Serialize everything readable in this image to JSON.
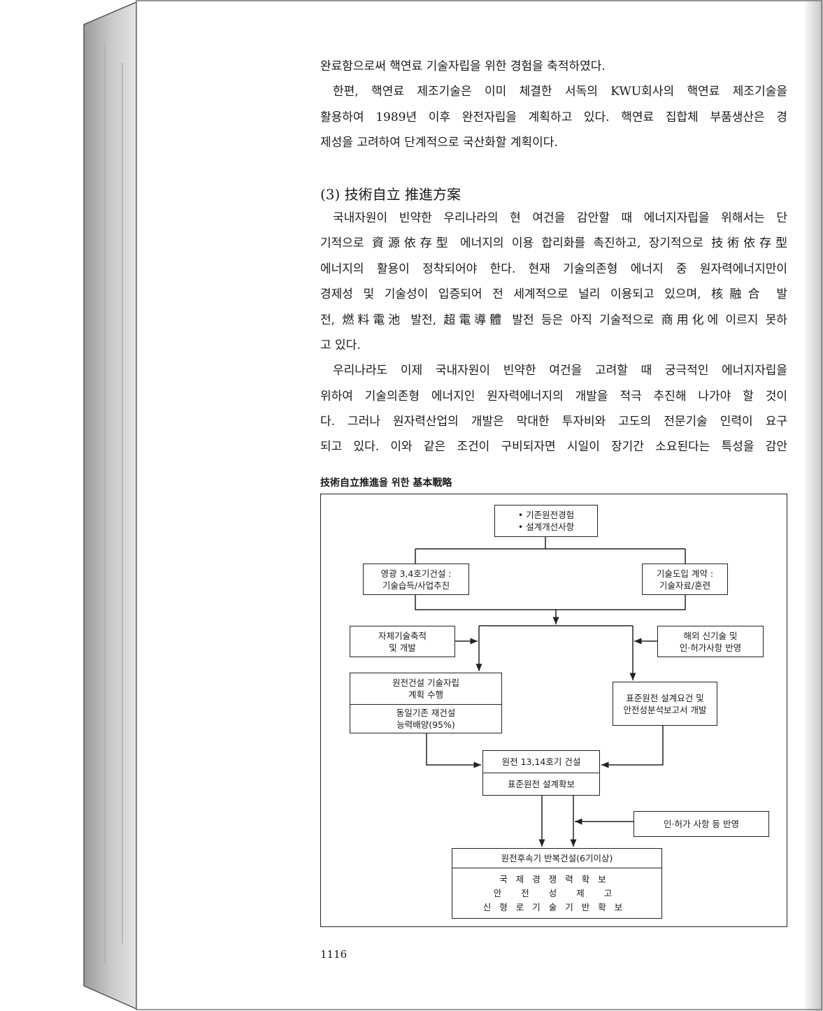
{
  "text_lines": {
    "p1_l1": "완료함으로써 핵연료 기술자립을 위한 경험을 축적하였다.",
    "p2_l1": "한편, 핵연료 제조기술은 이미 체결한 서독의 KWU회사의 핵연료 제조기술을",
    "p2_l2": "활용하여 1989년 이후 완전자립을 계획하고 있다. 핵연료 집합체 부품생산은 경",
    "p2_l3": "제성을 고려하여 단계적으로 국산화할 계획이다.",
    "heading": "(3) 技術自立 推進方案",
    "p3_l1": "국내자원이 빈약한 우리나라의 현 여건을 감안할 때 에너지자립을 위해서는 단",
    "p3_l2": "기적으로 資源依存型 에너지의 이용 합리화를 촉진하고, 장기적으로 技術依存型",
    "p3_l3": "에너지의 활용이 정착되어야 한다. 현재 기술의존형 에너지 중 원자력에너지만이",
    "p3_l4": "경제성 및 기술성이 입증되어 전 세계적으로 널리 이용되고 있으며, 核融合 발",
    "p3_l5": "전, 燃料電池 발전, 超電導體 발전 등은 아직 기술적으로 商用化에 이르지 못하",
    "p3_l6": "고 있다.",
    "p4_l1": "우리나라도 이제 국내자원이 빈약한 여건을 고려할 때 궁극적인 에너지자립을",
    "p4_l2": "위하여 기술의존형 에너지인 원자력에너지의 개발을 적극 추진해 나가야 할 것이",
    "p4_l3": "다. 그러나 원자력산업의 개발은 막대한 투자비와 고도의 전문기술 인력이 요구",
    "p4_l4": "되고 있다. 이와 같은 조건이 구비되자면 시일이 장기간 소요된다는 특성을 감안"
  },
  "figure": {
    "caption": "技術自立推進을 위한 基本戰略",
    "boxes": {
      "existing": [
        "• 기존원전경험",
        "• 설계개선사항"
      ],
      "yonggwang": [
        "영광 3,4호기건설 :",
        "기술습득/사업추진"
      ],
      "tech_import": [
        "기술도입 계약 :",
        "기술자료/훈련"
      ],
      "self_tech": [
        "자체기술축적",
        "및 개발"
      ],
      "overseas": [
        "해외 신기술 및",
        "인·허가사항 반영"
      ],
      "plan_top": [
        "원전건설 기술자립",
        "계획 수행"
      ],
      "plan_bottom": [
        "동일기존 재건설",
        "능력배양(95%)"
      ],
      "standard_req": [
        "표준원전 설계요건 및",
        "안전성분석보고서 개발"
      ],
      "units_top": "원전 13,14호기 건설",
      "units_bottom": "표준원전 설계확보",
      "licensing": "인·허가 사항 등 반영",
      "followup_top": "원전후속기 반복건설(6기이상)",
      "followup_items": [
        "국제경쟁력확보",
        "안 전 성 제 고",
        "신형로기술기반확보"
      ]
    }
  },
  "page_number": "1116"
}
